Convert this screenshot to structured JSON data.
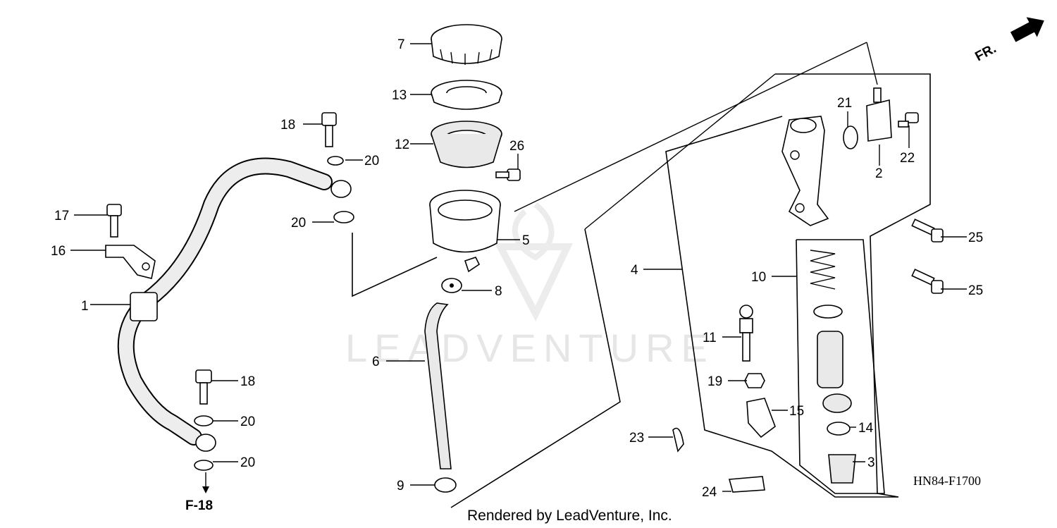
{
  "diagram": {
    "callouts": [
      "1",
      "2",
      "3",
      "4",
      "5",
      "6",
      "7",
      "8",
      "9",
      "10",
      "11",
      "12",
      "13",
      "14",
      "15",
      "16",
      "17",
      "18",
      "19",
      "20",
      "21",
      "22",
      "23",
      "24",
      "25",
      "26"
    ],
    "direction_label": "FR.",
    "reference_label": "F-18",
    "diagram_code": "HN84-F1700",
    "watermark": "LEADVENTURE",
    "footer": "Rendered by LeadVenture, Inc."
  }
}
